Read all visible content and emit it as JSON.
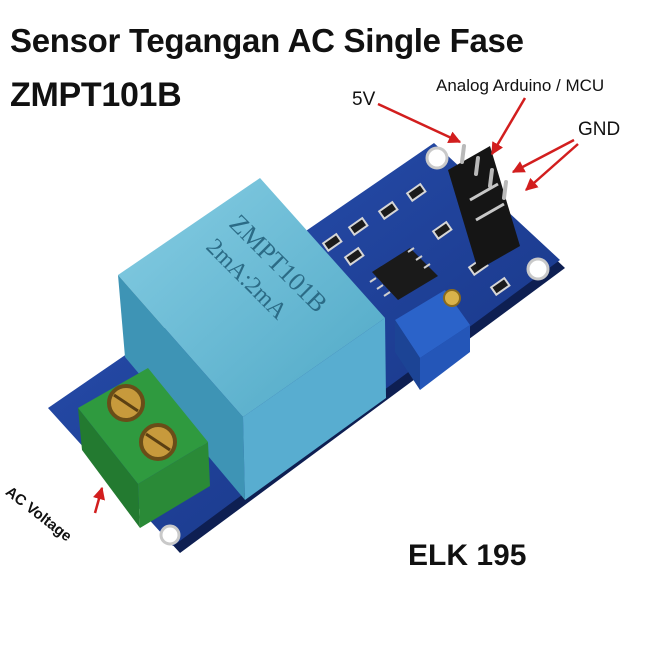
{
  "title": {
    "line1": "Sensor Tegangan AC Single Fase",
    "line2": "ZMPT101B"
  },
  "pin_labels": {
    "vcc": "5V",
    "analog": "Analog Arduino / MCU",
    "gnd": "GND"
  },
  "input_label": "AC Voltage",
  "seller_code": "ELK 195",
  "transformer_marking": {
    "model": "ZMPT101B",
    "rating": "2mA:2mA"
  },
  "colors": {
    "pcb": "#1d3f9a",
    "transformer": "#62b7d3",
    "terminal_block": "#2f9a3f",
    "arrow": "#d21e1e",
    "potentiometer": "#2b63c9"
  },
  "icons": [
    "arrow-icon",
    "pin-header-icon",
    "screw-terminal-icon",
    "potentiometer-icon"
  ]
}
